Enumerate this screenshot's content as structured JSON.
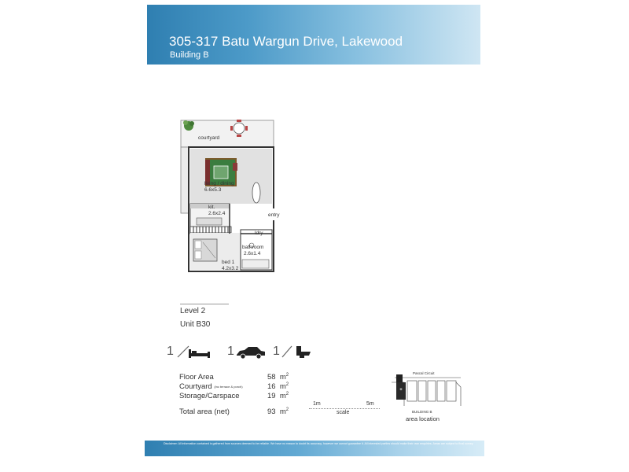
{
  "header": {
    "title": "305-317 Batu Wargun Drive, Lakewood",
    "subtitle": "Building B"
  },
  "plan": {
    "rooms": {
      "courtyard": "courtyard",
      "living": "living / dining",
      "living_dim": "6.6x5.3",
      "kitchen": "kit.",
      "kitchen_dim": "2.6x2.4",
      "entry": "entry",
      "laundry": "ldry",
      "bathroom": "bathroom",
      "bathroom_dim": "2.6x1.4",
      "bed": "bed 1",
      "bed_dim": "4.2x3.2"
    }
  },
  "level": "Level 2",
  "unit": "Unit B30",
  "features": {
    "bedrooms": "1",
    "carspaces": "1",
    "bathrooms": "1"
  },
  "areas": {
    "floor_label": "Floor Area",
    "floor_value": "58",
    "courtyard_label": "Courtyard",
    "courtyard_note": "(inc terrace & porch)",
    "courtyard_value": "16",
    "storage_label": "Storage/Carspace",
    "storage_value": "19",
    "total_label": "Total area (net)",
    "total_value": "93",
    "unit": "m",
    "unit_power": "2"
  },
  "scale": {
    "left": "1m",
    "right": "5m",
    "label": "scale"
  },
  "location": {
    "street": "Pascal Circuit",
    "building": "BUILDING B",
    "label": "area location"
  },
  "disclaimer": "Disclaimer: All information contained is gathered from sources deemed to be reliable. We have no reason to doubt its accuracy, however we cannot guarantee it. All interested parties should make their own enquiries. Areas are subject to final survey."
}
